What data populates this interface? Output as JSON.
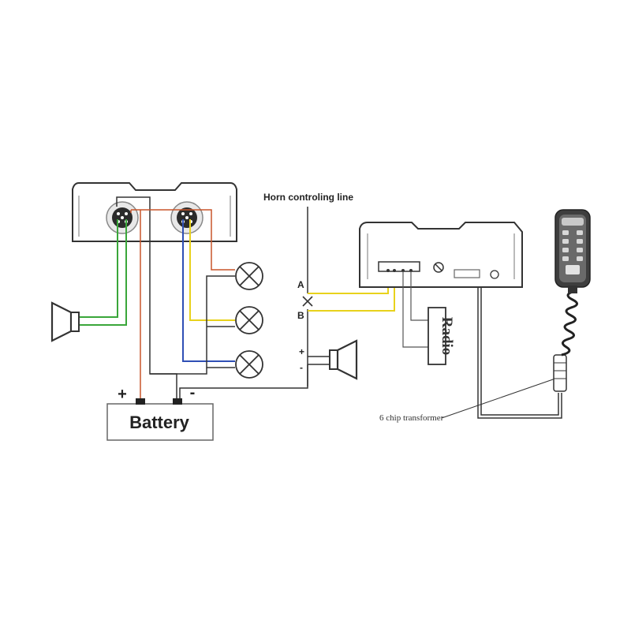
{
  "labels": {
    "horn_line": "Horn controling line",
    "point_a": "A",
    "point_b": "B",
    "battery": "Battery",
    "battery_plus": "+",
    "battery_minus": "-",
    "speaker_plus": "+",
    "speaker_minus": "-",
    "radio": "Radio",
    "transformer": "6 chip transformer"
  },
  "colors": {
    "outline": "#333333",
    "wire_green": "#3aa63a",
    "wire_yellow": "#e8d21c",
    "wire_blue": "#2f4fb5",
    "wire_red": "#c8552a",
    "wire_black": "#333333",
    "wire_gray": "#555555"
  }
}
